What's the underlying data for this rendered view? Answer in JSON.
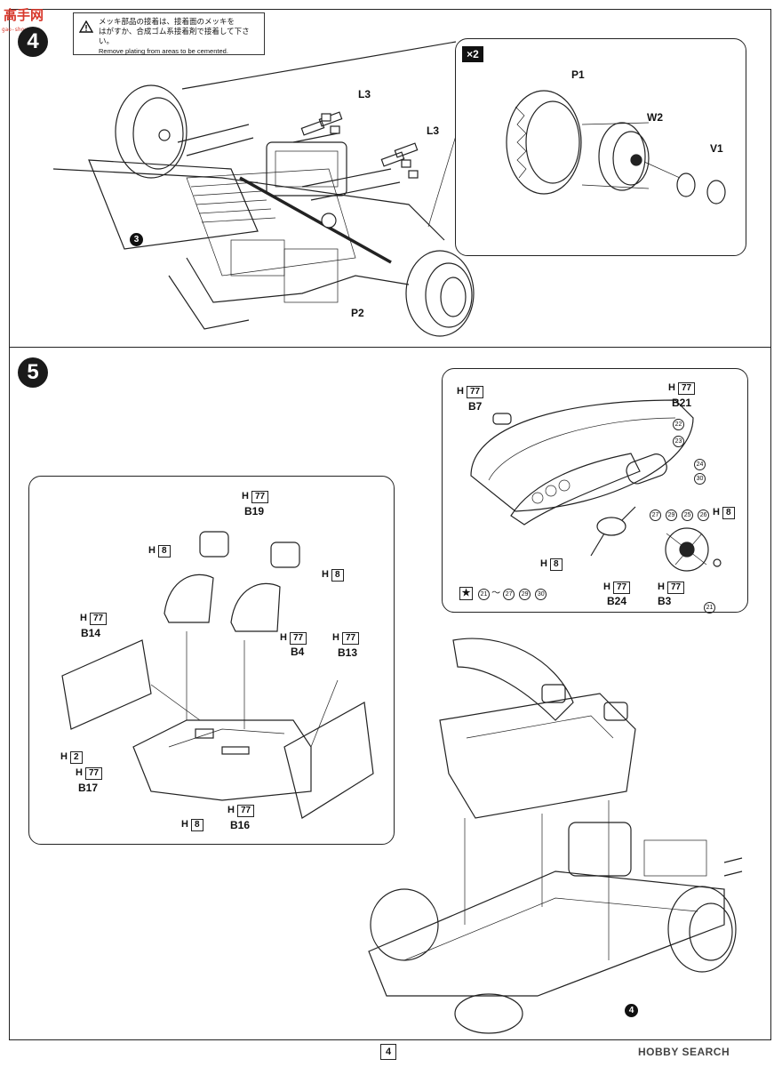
{
  "watermark": {
    "logo": "高手网",
    "sub": "gao-shou.com"
  },
  "warning": {
    "line1": "メッキ部品の接着は、接着面のメッキを",
    "line2": "はがすか、合成ゴム系接着剤で接着して下さい。",
    "line3": "Remove plating from areas to be cemented."
  },
  "step4": {
    "number": "4",
    "parts": {
      "l3_a": "L3",
      "l3_b": "L3",
      "p2": "P2",
      "ref_num": "3"
    },
    "detail": {
      "multiplier": "×2",
      "p1": "P1",
      "w2": "W2",
      "v1": "V1"
    }
  },
  "step5": {
    "number": "5",
    "dash_callout": {
      "b7": {
        "h": "H",
        "code": "77",
        "part": "B7"
      },
      "b21": {
        "h": "H",
        "code": "77",
        "part": "B21"
      },
      "decals_right": [
        "22",
        "23",
        "24",
        "30"
      ],
      "decals_row": [
        "27",
        "29",
        "25",
        "26"
      ],
      "h8_right": {
        "h": "H",
        "code": "8"
      },
      "h8_left": {
        "h": "H",
        "code": "8"
      },
      "b24": {
        "h": "H",
        "code": "77",
        "part": "B24"
      },
      "b3": {
        "h": "H",
        "code": "77",
        "part": "B3"
      },
      "decal_21": "21",
      "legend": {
        "start": "21",
        "range_sep": "～",
        "items": [
          "27",
          "29",
          "30"
        ]
      }
    },
    "interior_callout": {
      "b19": {
        "h": "H",
        "code": "77",
        "part": "B19"
      },
      "seat_h8_left": {
        "h": "H",
        "code": "8"
      },
      "seat_h8_right": {
        "h": "H",
        "code": "8"
      },
      "b14": {
        "h": "H",
        "code": "77",
        "part": "B14"
      },
      "b4": {
        "h": "H",
        "code": "77",
        "part": "B4"
      },
      "b13": {
        "h": "H",
        "code": "77",
        "part": "B13"
      },
      "h2": {
        "h": "H",
        "code": "2"
      },
      "b17": {
        "h": "H",
        "code": "77",
        "part": "B17"
      },
      "h8_bottom": {
        "h": "H",
        "code": "8"
      },
      "b16": {
        "h": "H",
        "code": "77",
        "part": "B16"
      }
    },
    "chassis_ref": "4"
  },
  "footer": {
    "page": "4",
    "brand": "HOBBY SEARCH"
  }
}
